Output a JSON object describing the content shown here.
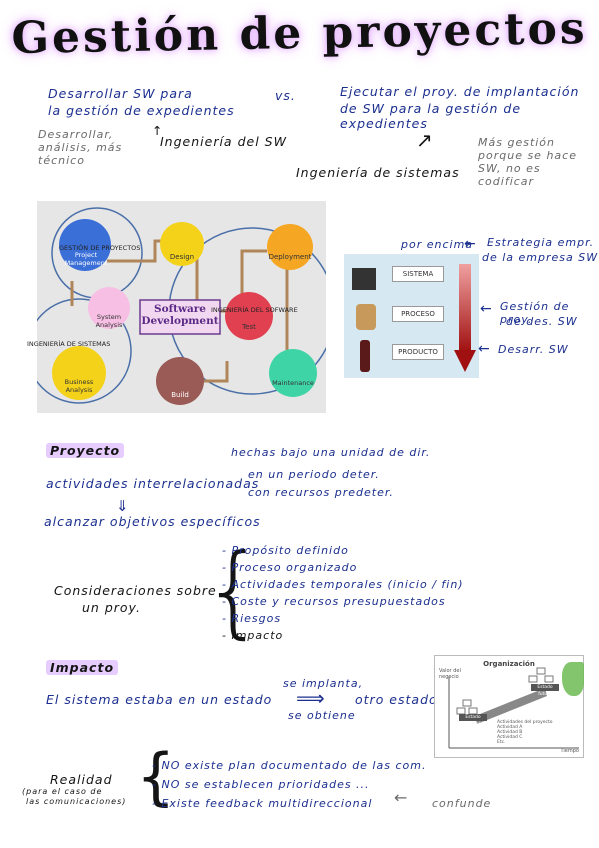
{
  "title": "Gestión de proyectos",
  "compare": {
    "left_line1": "Desarrollar SW para",
    "left_line2": "la gestión de expedientes",
    "vs": "vs.",
    "right_line1": "Ejecutar el proy. de implantación",
    "right_line2": "de SW para la gestión de expedientes",
    "left_note": "Desarrollar, análisis, más técnico",
    "left_label": "Ingeniería del SW",
    "right_note": "Más gestión porque se hace SW, no es codificar",
    "right_label": "Ingeniería de sistemas"
  },
  "diagram": {
    "center": "Software Development",
    "nodes": [
      "Project Management",
      "Design",
      "Deployment",
      "System Analysis",
      "Test",
      "Business Analysis",
      "Build",
      "Maintenance"
    ],
    "regions": [
      "GESTIÓN DE PROYECTOS",
      "INGENIERÍA DE SISTEMAS",
      "INGENIERÍA DEL SOFWARE"
    ]
  },
  "levels": {
    "boxes": [
      "SISTEMA",
      "PROCESO",
      "PRODUCTO"
    ],
    "por_encima": "por encima",
    "label1_line1": "Estrategia empr.",
    "label1_line2": "de la empresa SW",
    "label2_line1": "Gestión de proy.",
    "label2_line2": "de des. SW",
    "label3": "Desarr. SW"
  },
  "proyecto": {
    "heading": "Proyecto",
    "line": "actividades interrelacionadas",
    "bajo": "hechas bajo una unidad de dir.",
    "periodo": "en un periodo deter.",
    "recursos": "con recursos predeter.",
    "alcanzar": "alcanzar objetivos específicos"
  },
  "consideraciones": {
    "label_line1": "Consideraciones sobre",
    "label_line2": "un proy.",
    "items": [
      "Propósito definido",
      "Proceso organizado",
      "Actividades temporales (inicio / fin)",
      "Coste y recursos presupuestados",
      "Riesgos",
      "Impacto"
    ]
  },
  "impacto": {
    "heading": "Impacto",
    "line_a": "El sistema estaba en un estado",
    "line_b": "otro estado",
    "above": "se implanta,",
    "below": "se obtiene"
  },
  "chart": {
    "title": "Organización",
    "ylabel": "Valor del negocio",
    "xlabel": "Tiempo",
    "estado_actual": "Estado actual",
    "estado_futuro": "Estado futuro",
    "actividades": "Actividades del proyecto",
    "items": [
      "Actividad A",
      "Actividad B",
      "Actividad C",
      "Etc."
    ]
  },
  "realidad": {
    "label": "Realidad",
    "sub_line1": "(para el caso de",
    "sub_line2": "las comunicaciones)",
    "items": [
      "NO existe plan documentado de las com.",
      "NO se establecen prioridades ...",
      "Existe feedback multidireccional"
    ],
    "confunde": "confunde"
  },
  "colors": {
    "ink_blue": "#1b2f8f",
    "highlight": "#e6ccff",
    "pm_blue": "#3b6fd8",
    "yellow": "#f4d21a",
    "orange": "#f5a623",
    "red": "#e04050",
    "teal": "#3fd4a6",
    "pink": "#f6bfe3",
    "brown": "#9a5a55"
  }
}
